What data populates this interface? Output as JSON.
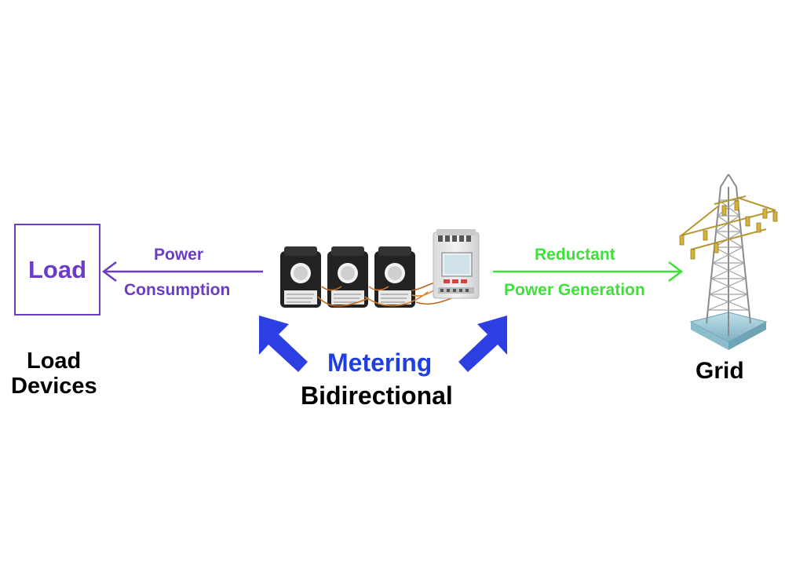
{
  "load_box": {
    "label": "Load"
  },
  "load_devices": {
    "line1": "Load",
    "line2": "Devices"
  },
  "consumption_flow": {
    "line1": "Power",
    "line2": "Consumption"
  },
  "generation_flow": {
    "line1": "Reductant",
    "line2": "Power Generation"
  },
  "metering": {
    "line1": "Metering",
    "line2": "Bidirectional"
  },
  "grid": {
    "label": "Grid"
  },
  "colors": {
    "purple": "#6a3dc4",
    "green": "#3fe03a",
    "blue": "#1f3fe0"
  }
}
